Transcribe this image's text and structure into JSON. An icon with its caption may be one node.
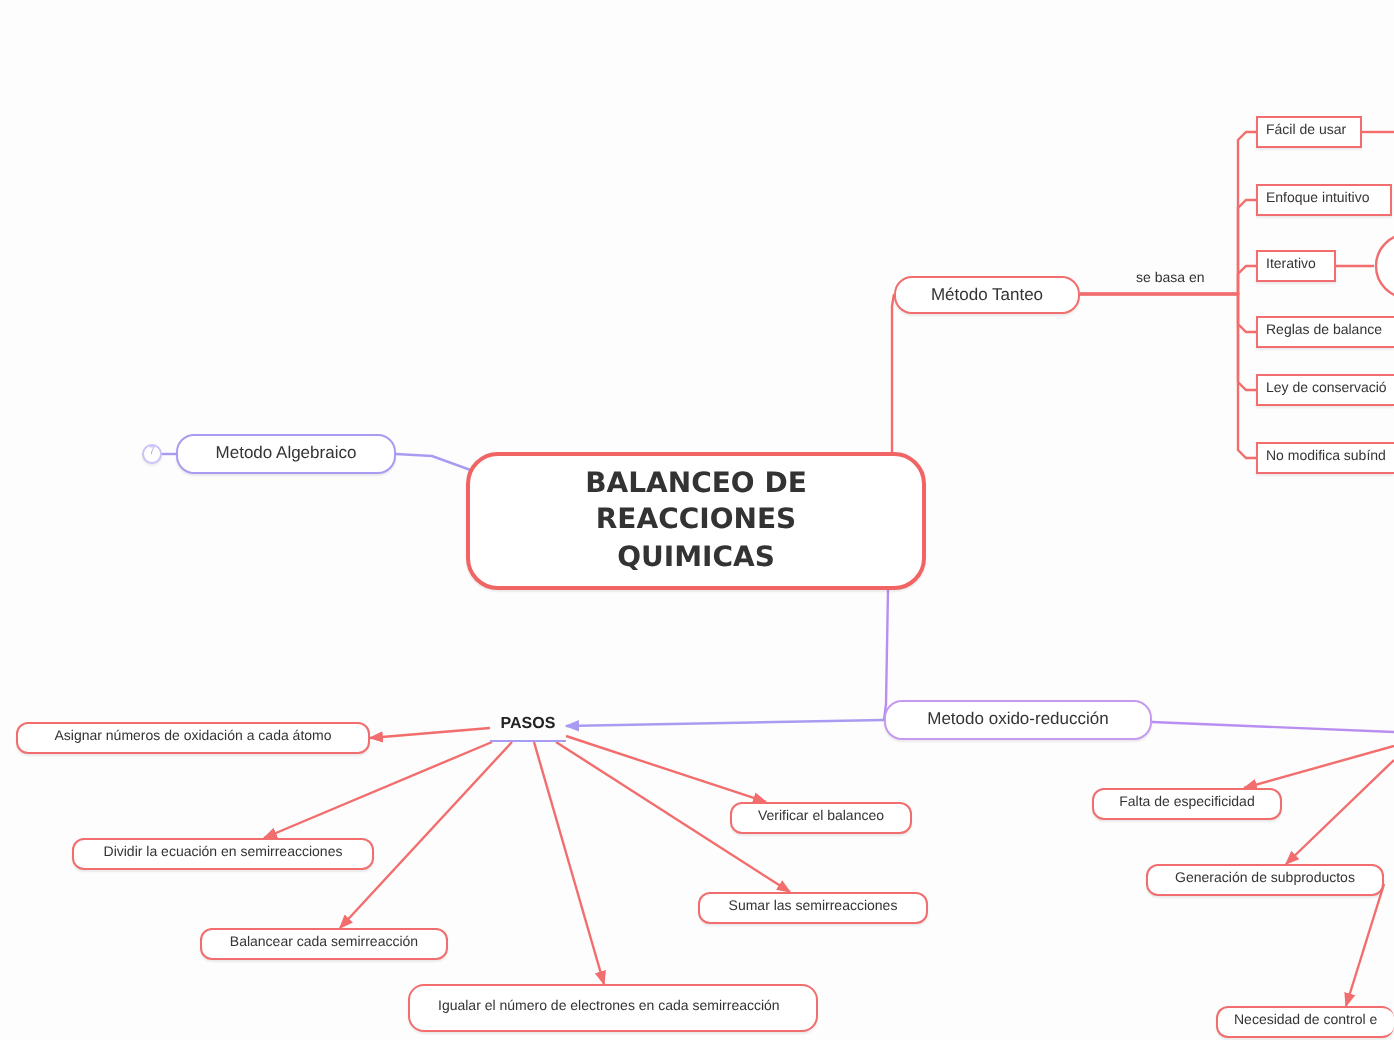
{
  "diagram": {
    "nodes": [
      {
        "text": [
          "BALANCEO DE REACCIONES QUIMICAS"
        ]
      },
      {
        "text": [
          "Método Tanteo"
        ]
      },
      {
        "text": [
          "Metodo Algebraico"
        ]
      },
      {
        "text": [
          "7"
        ]
      },
      {
        "text": [
          "Metodo oxido-reducción"
        ]
      },
      {
        "text": [
          "PASOS"
        ]
      },
      {
        "text": [
          "Fácil de usar"
        ]
      },
      {
        "text": [
          "Enfoque intuitivo"
        ]
      },
      {
        "text": [
          "Iterativo"
        ]
      },
      {
        "text": [],
        "shape": "circle"
      },
      {
        "text": [
          "Reglas de balance"
        ]
      },
      {
        "text": [
          "Ley de conservació"
        ]
      },
      {
        "text": [
          "No modifica subínd"
        ]
      },
      {
        "text": [
          "Asignar números de oxidación a cada átomo"
        ]
      },
      {
        "text": [
          "Dividir la ecuación en semirreacciones"
        ]
      },
      {
        "text": [
          "Balancear cada semirreacción"
        ]
      },
      {
        "text": [
          "Igualar el número de electrones en cada semirreacción"
        ]
      },
      {
        "text": [
          "Verificar el balanceo"
        ]
      },
      {
        "text": [
          "Sumar las semirreacciones"
        ]
      },
      {
        "text": [
          "Falta de especificidad"
        ]
      },
      {
        "text": [
          "Generación de subproductos"
        ]
      },
      {
        "text": [
          "Necesidad de control e"
        ]
      }
    ],
    "edges": [
      {
        "from": 0,
        "to": 1,
        "arrow": "none"
      },
      {
        "from": 0,
        "to": 2,
        "arrow": "none",
        "color": "#a89cf2"
      },
      {
        "from": 3,
        "to": 2,
        "arrow": "none",
        "color": "#a89cf2"
      },
      {
        "from": 0,
        "to": 4,
        "arrow": "none",
        "color": "#b98ef0"
      },
      {
        "from": 1,
        "to": 6,
        "arrow": "none"
      },
      {
        "from": 1,
        "to": 7,
        "arrow": "none"
      },
      {
        "from": 1,
        "to": 8,
        "arrow": "none",
        "label": "se basa en"
      },
      {
        "from": 1,
        "to": 10,
        "arrow": "none"
      },
      {
        "from": 1,
        "to": 11,
        "arrow": "none"
      },
      {
        "from": 1,
        "to": 12,
        "arrow": "none"
      },
      {
        "from": 8,
        "to": 9,
        "arrow": "none"
      },
      {
        "from": 6,
        "to": null,
        "arrow": "none"
      },
      {
        "from": 4,
        "to": 5,
        "arrow": "to",
        "color": "#a89cf2"
      },
      {
        "from": 4,
        "to": null,
        "arrow": "none",
        "color": "#b98ef0"
      },
      {
        "from": 5,
        "to": 13,
        "arrow": "to"
      },
      {
        "from": 5,
        "to": 14,
        "arrow": "to"
      },
      {
        "from": 5,
        "to": 15,
        "arrow": "to"
      },
      {
        "from": 5,
        "to": 16,
        "arrow": "to"
      },
      {
        "from": 5,
        "to": 17,
        "arrow": "to"
      },
      {
        "from": 5,
        "to": 18,
        "arrow": "to"
      },
      {
        "from": null,
        "to": 19,
        "arrow": "to"
      },
      {
        "from": null,
        "to": 20,
        "arrow": "to"
      },
      {
        "from": 20,
        "to": 21,
        "arrow": "to"
      }
    ]
  }
}
